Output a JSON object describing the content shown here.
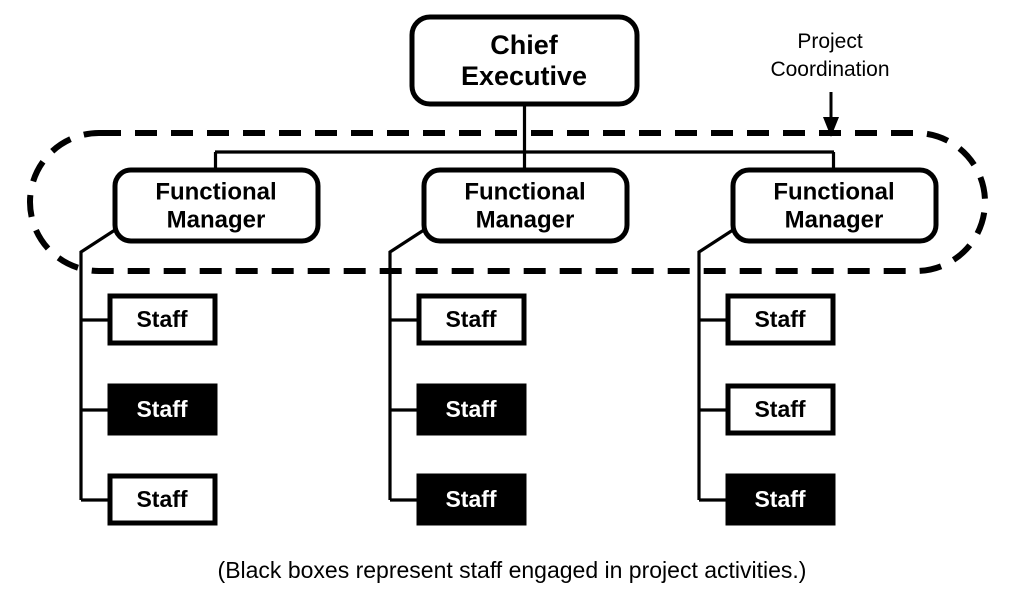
{
  "diagram": {
    "type": "organizational-chart",
    "title_node": {
      "label": "Chief\nExecutive",
      "line1": "Chief",
      "line2": "Executive"
    },
    "annotation": {
      "label": "Project\nCoordination",
      "line1": "Project",
      "line2": "Coordination",
      "target": "project-coordination-boundary"
    },
    "boundary": {
      "name": "project-coordination-boundary",
      "style": "dashed-oval",
      "encloses": [
        "Functional Manager",
        "Functional Manager",
        "Functional Manager"
      ]
    },
    "caption": "(Black boxes represent staff engaged in project activities.)",
    "legend": {
      "black_box_meaning": "staff engaged in project activities",
      "white_box_meaning": "staff not engaged in project activities"
    },
    "colors": {
      "engaged_fill": "#000000",
      "engaged_text": "#ffffff",
      "idle_fill": "#ffffff",
      "idle_text": "#000000",
      "stroke": "#000000",
      "background": "#ffffff"
    },
    "columns": [
      {
        "manager": {
          "label": "Functional\nManager",
          "line1": "Functional",
          "line2": "Manager"
        },
        "staff": [
          {
            "label": "Staff",
            "engaged": false
          },
          {
            "label": "Staff",
            "engaged": true
          },
          {
            "label": "Staff",
            "engaged": false
          }
        ]
      },
      {
        "manager": {
          "label": "Functional\nManager",
          "line1": "Functional",
          "line2": "Manager"
        },
        "staff": [
          {
            "label": "Staff",
            "engaged": false
          },
          {
            "label": "Staff",
            "engaged": true
          },
          {
            "label": "Staff",
            "engaged": true
          }
        ]
      },
      {
        "manager": {
          "label": "Functional\nManager",
          "line1": "Functional",
          "line2": "Manager"
        },
        "staff": [
          {
            "label": "Staff",
            "engaged": false
          },
          {
            "label": "Staff",
            "engaged": false
          },
          {
            "label": "Staff",
            "engaged": true
          }
        ]
      }
    ]
  }
}
